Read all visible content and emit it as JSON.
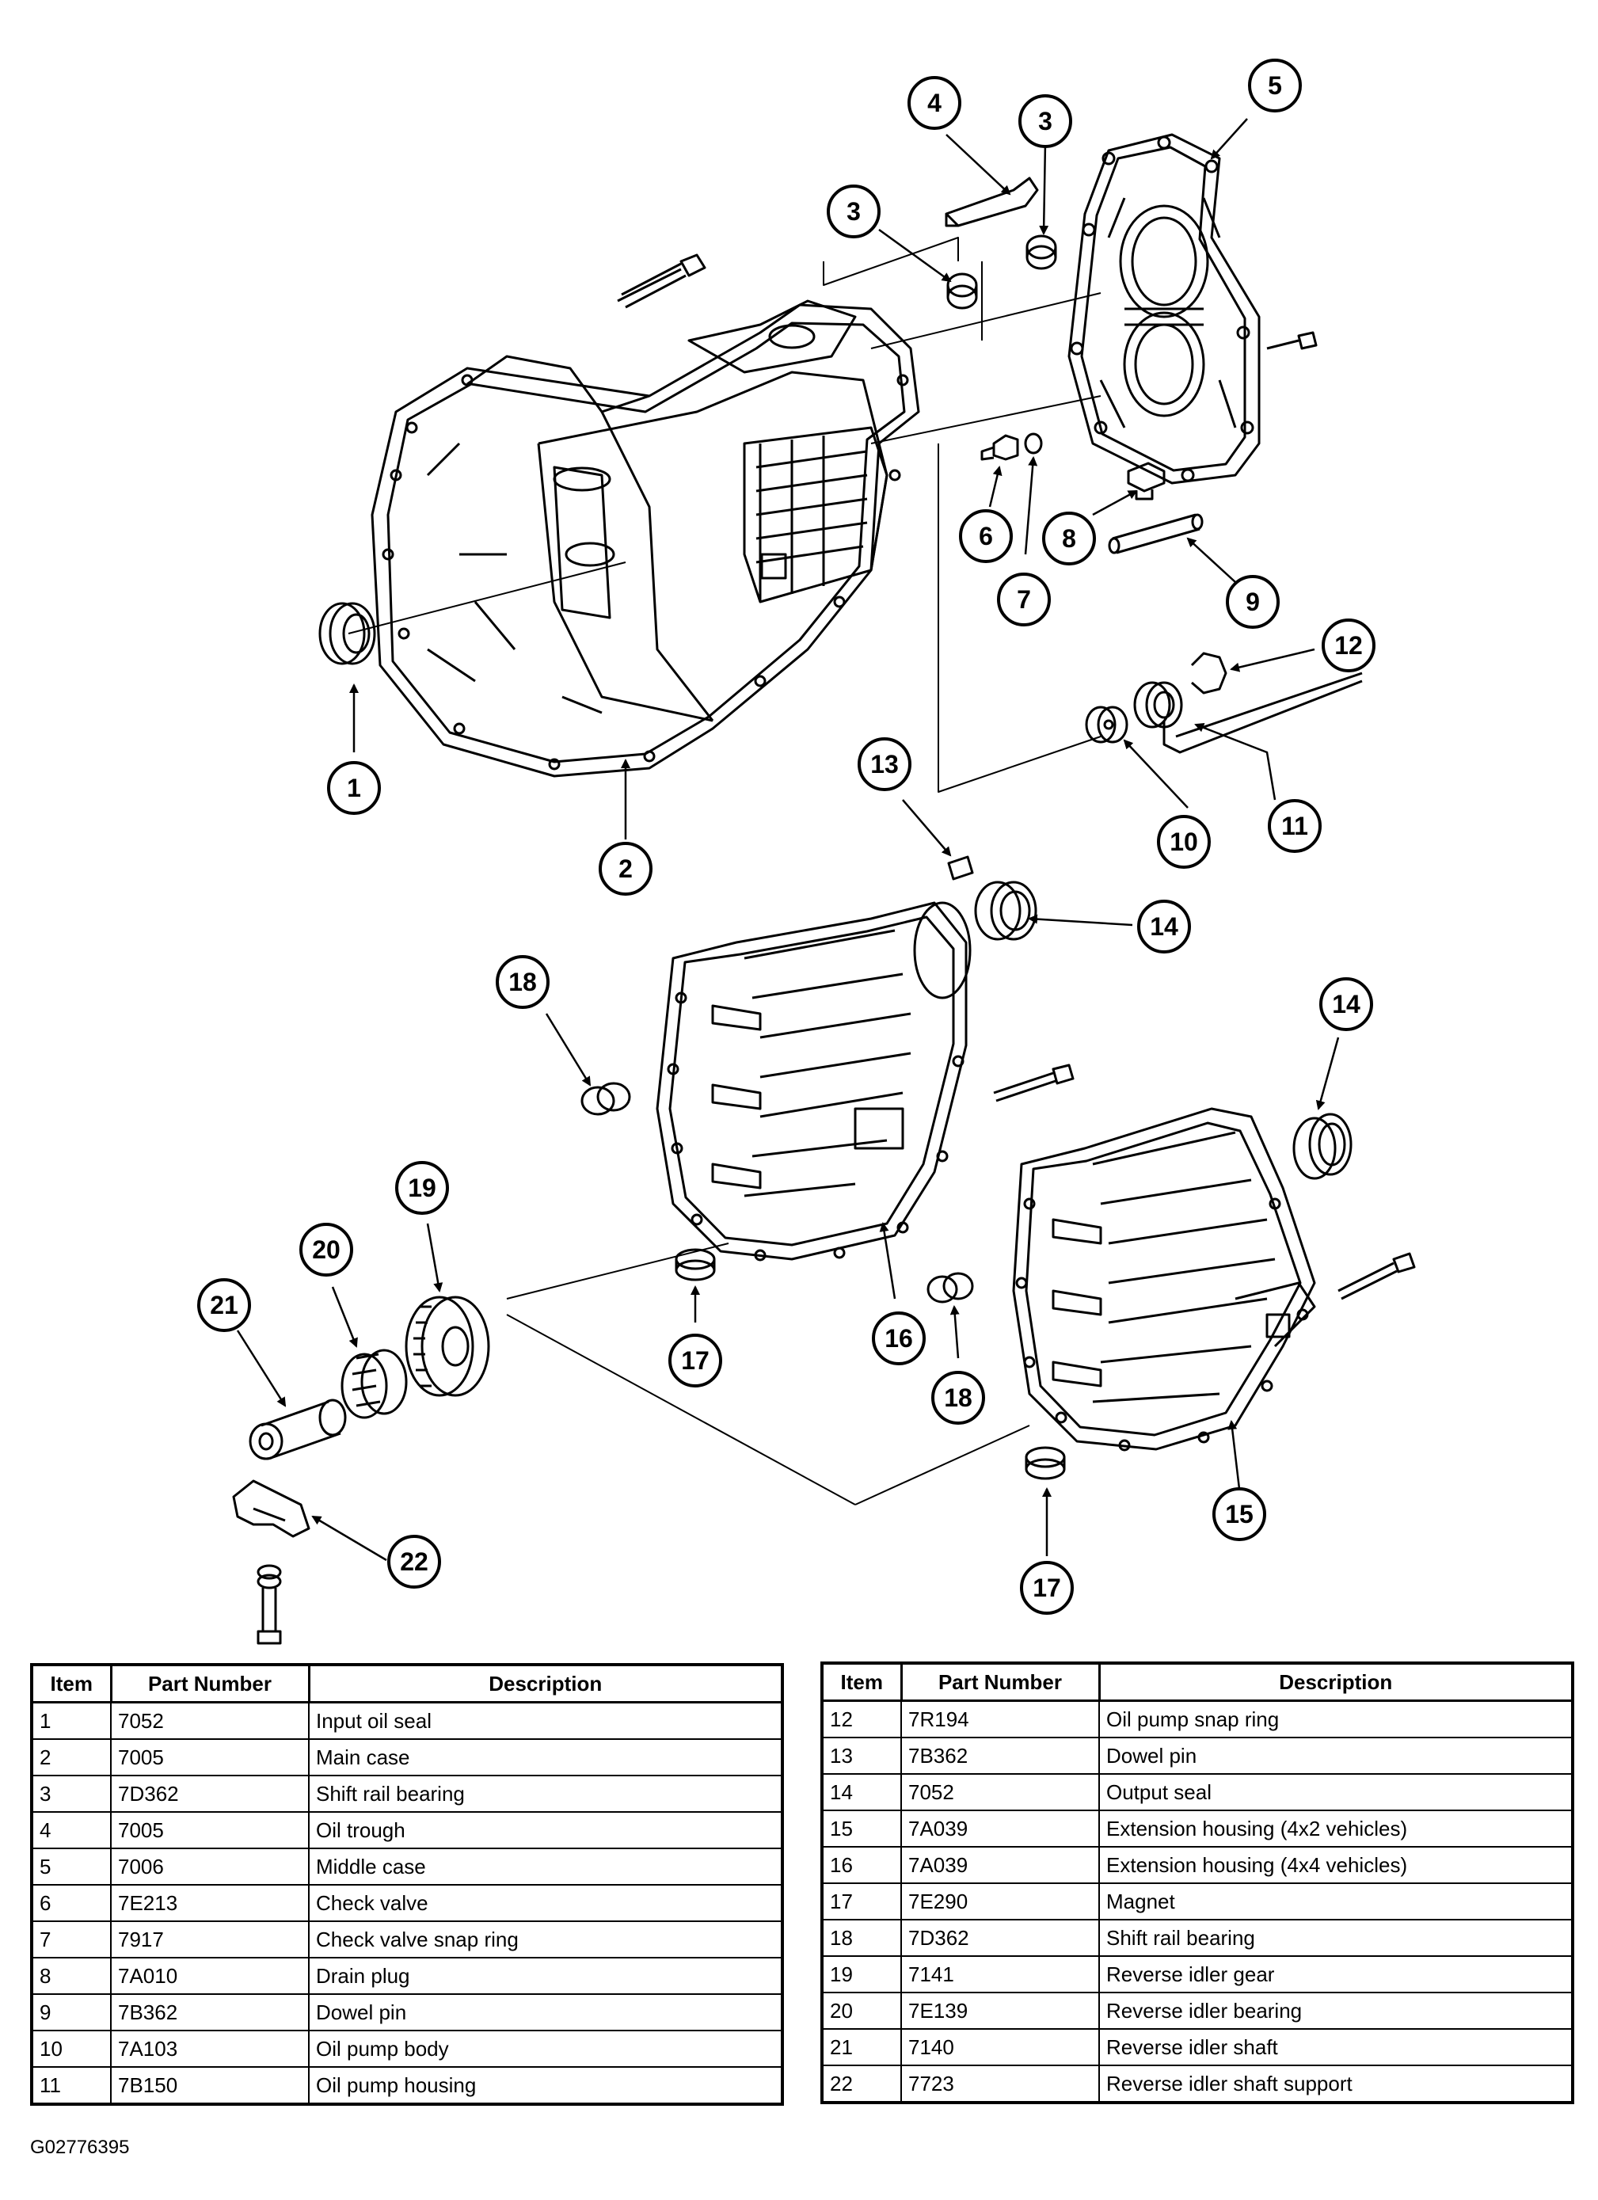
{
  "callouts": {
    "c1": "1",
    "c2": "2",
    "c3a": "3",
    "c3b": "3",
    "c4": "4",
    "c5": "5",
    "c6": "6",
    "c7": "7",
    "c8": "8",
    "c9": "9",
    "c10": "10",
    "c11": "11",
    "c12": "12",
    "c13": "13",
    "c14a": "14",
    "c14b": "14",
    "c15": "15",
    "c16": "16",
    "c17a": "17",
    "c17b": "17",
    "c18a": "18",
    "c18b": "18",
    "c19": "19",
    "c20": "20",
    "c21": "21",
    "c22": "22"
  },
  "table_headers": {
    "item": "Item",
    "part_number": "Part Number",
    "description": "Description"
  },
  "table_left": [
    {
      "item": "1",
      "part": "7052",
      "desc": "Input oil seal"
    },
    {
      "item": "2",
      "part": "7005",
      "desc": "Main case"
    },
    {
      "item": "3",
      "part": "7D362",
      "desc": "Shift rail bearing"
    },
    {
      "item": "4",
      "part": "7005",
      "desc": "Oil trough"
    },
    {
      "item": "5",
      "part": "7006",
      "desc": "Middle case"
    },
    {
      "item": "6",
      "part": "7E213",
      "desc": "Check valve"
    },
    {
      "item": "7",
      "part": "7917",
      "desc": "Check valve snap ring"
    },
    {
      "item": "8",
      "part": "7A010",
      "desc": "Drain plug"
    },
    {
      "item": "9",
      "part": "7B362",
      "desc": "Dowel pin"
    },
    {
      "item": "10",
      "part": "7A103",
      "desc": "Oil pump body"
    },
    {
      "item": "11",
      "part": "7B150",
      "desc": "Oil pump housing"
    }
  ],
  "table_right": [
    {
      "item": "12",
      "part": "7R194",
      "desc": "Oil pump snap ring"
    },
    {
      "item": "13",
      "part": "7B362",
      "desc": "Dowel pin"
    },
    {
      "item": "14",
      "part": "7052",
      "desc": "Output seal"
    },
    {
      "item": "15",
      "part": "7A039",
      "desc": "Extension housing (4x2 vehicles)"
    },
    {
      "item": "16",
      "part": "7A039",
      "desc": "Extension housing (4x4 vehicles)"
    },
    {
      "item": "17",
      "part": "7E290",
      "desc": "Magnet"
    },
    {
      "item": "18",
      "part": "7D362",
      "desc": "Shift rail bearing"
    },
    {
      "item": "19",
      "part": "7141",
      "desc": "Reverse idler gear"
    },
    {
      "item": "20",
      "part": "7E139",
      "desc": "Reverse idler bearing"
    },
    {
      "item": "21",
      "part": "7140",
      "desc": "Reverse idler shaft"
    },
    {
      "item": "22",
      "part": "7723",
      "desc": "Reverse idler shaft support"
    }
  ],
  "figure_id": "G02776395"
}
